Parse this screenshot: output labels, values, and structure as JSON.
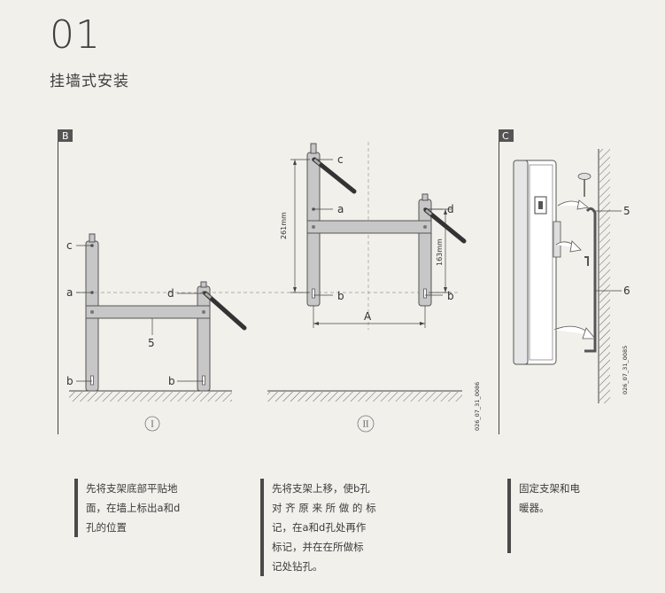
{
  "header": {
    "step_number": "01",
    "title": "挂墙式安装"
  },
  "panels": {
    "b": {
      "letter": "B",
      "fig1": {
        "label_c": "c",
        "label_a": "a",
        "label_d": "d",
        "label_5": "5",
        "label_b_left": "b",
        "label_b_right": "b",
        "roman": "I"
      },
      "fig2": {
        "label_c": "c",
        "label_a": "a",
        "label_d": "d",
        "label_b_left": "b",
        "label_b_right": "b",
        "label_A": "A",
        "dim_left": "261mm",
        "dim_right": "163mm",
        "roman": "II",
        "code": "026_07_31_0086"
      }
    },
    "c": {
      "letter": "C",
      "label_5": "5",
      "label_6": "6",
      "code": "026_07_31_0085"
    }
  },
  "notes": {
    "note1": [
      "先将支架底部平贴地",
      "面，在墙上标出a和d",
      "孔的位置"
    ],
    "note2": [
      "先将支架上移，使b孔",
      "对 齐 原 来 所 做 的 标",
      "记，在a和d孔处再作",
      "标记，并在在所做标",
      "记处钻孔。"
    ],
    "note3": [
      "固定支架和电",
      "暖器。"
    ]
  }
}
